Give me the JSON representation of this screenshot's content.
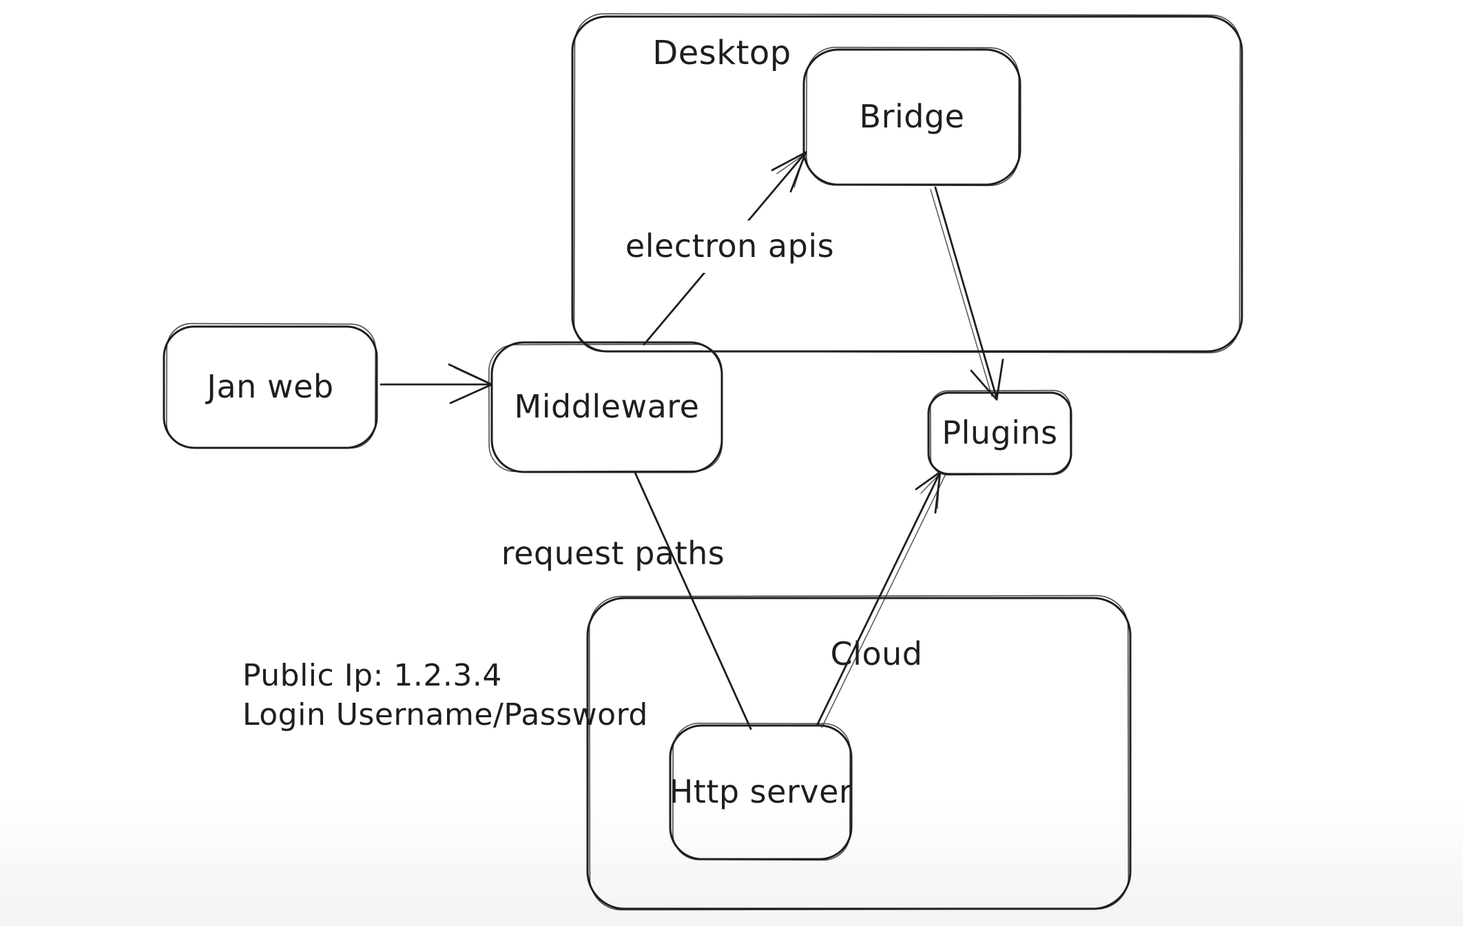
{
  "canvas": {
    "tool": "hand-drawn diagram",
    "background_color": "#ffffff",
    "stroke_color": "#1e1e1e",
    "footer_fade_color": "#f3f3f4"
  },
  "containers": {
    "desktop": {
      "label": "Desktop"
    },
    "cloud": {
      "label": "Cloud"
    }
  },
  "nodes": {
    "jan_web": {
      "label": "Jan web"
    },
    "middleware": {
      "label": "Middleware"
    },
    "bridge": {
      "label": "Bridge"
    },
    "plugins": {
      "label": "Plugins"
    },
    "http_server": {
      "label": "Http server"
    }
  },
  "edge_labels": {
    "electron_apis": "electron apis",
    "request_paths": "request paths"
  },
  "annotations": {
    "public_ip": "Public Ip: 1.2.3.4",
    "login": "Login Username/Password"
  },
  "edges": [
    {
      "from": "Jan web",
      "to": "Middleware",
      "label": "",
      "arrowhead": "end"
    },
    {
      "from": "Middleware",
      "to": "Bridge",
      "label": "electron apis",
      "arrowhead": "end"
    },
    {
      "from": "Bridge",
      "to": "Plugins",
      "label": "",
      "arrowhead": "end"
    },
    {
      "from": "Middleware",
      "to": "Http server",
      "label": "request paths",
      "arrowhead": "none"
    },
    {
      "from": "Http server",
      "to": "Plugins",
      "label": "",
      "arrowhead": "end"
    }
  ]
}
